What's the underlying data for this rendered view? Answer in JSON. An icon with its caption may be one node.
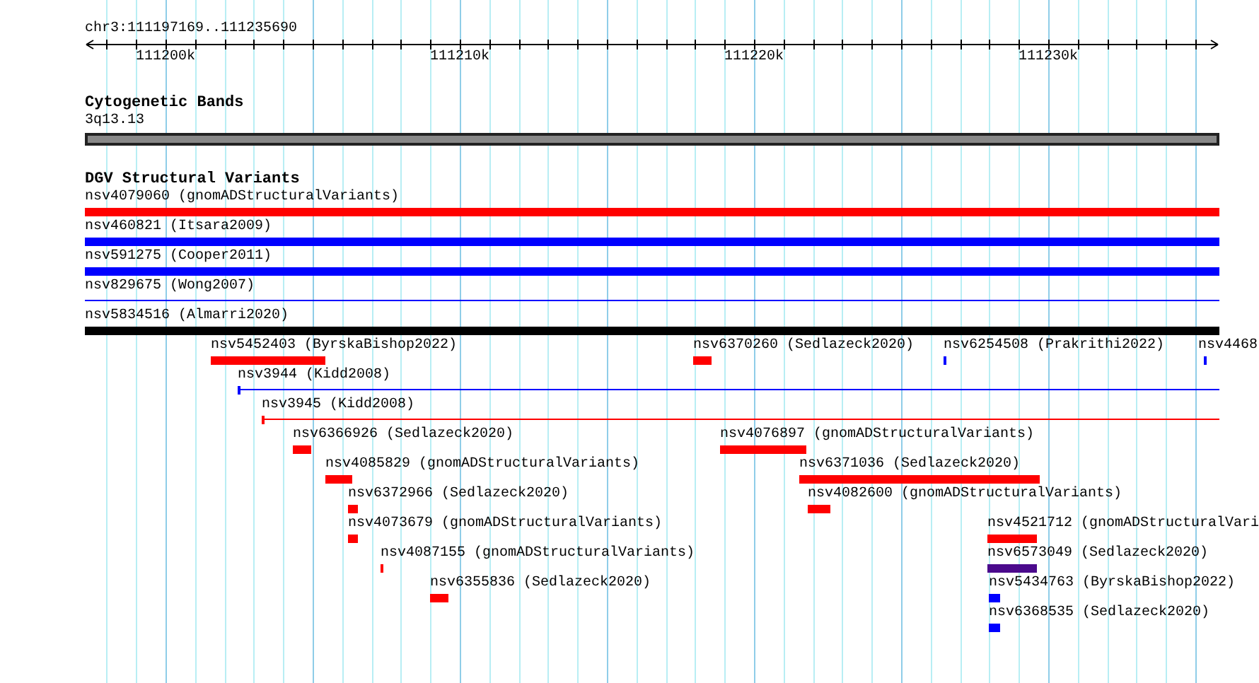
{
  "diagram": {
    "nodes": [
      {
        "text": [
          "3q13.13"
        ]
      },
      {
        "text": [
          "nsv4079060 (gnomADStructuralVariants)"
        ]
      },
      {
        "text": [
          "nsv460821 (Itsara2009)"
        ]
      },
      {
        "text": [
          "nsv591275 (Cooper2011)"
        ]
      },
      {
        "text": [
          "nsv829675 (Wong2007)"
        ]
      },
      {
        "text": [
          "nsv5834516 (Almarri2020)"
        ]
      },
      {
        "text": [
          "nsv5452403 (ByrskaBishop2022)"
        ]
      },
      {
        "text": [
          "nsv6370260 (Sedlazeck2020)"
        ]
      },
      {
        "text": [
          "nsv6254508 (Prakrithi2022)"
        ]
      },
      {
        "text": [
          "nsv4468"
        ]
      },
      {
        "text": [
          "nsv3944 (Kidd2008)"
        ]
      },
      {
        "text": [
          "nsv3945 (Kidd2008)"
        ]
      },
      {
        "text": [
          "nsv6366926 (Sedlazeck2020)"
        ]
      },
      {
        "text": [
          "nsv4076897 (gnomADStructuralVariants)"
        ]
      },
      {
        "text": [
          "nsv4085829 (gnomADStructuralVariants)"
        ]
      },
      {
        "text": [
          "nsv6371036 (Sedlazeck2020)"
        ]
      },
      {
        "text": [
          "nsv6372966 (Sedlazeck2020)"
        ]
      },
      {
        "text": [
          "nsv4082600 (gnomADStructuralVariants)"
        ]
      },
      {
        "text": [
          "nsv4073679 (gnomADStructuralVariants)"
        ]
      },
      {
        "text": [
          "nsv4521712 (gnomADStructuralVari"
        ]
      },
      {
        "text": [
          "nsv4087155 (gnomADStructuralVariants)"
        ]
      },
      {
        "text": [
          "nsv6573049 (Sedlazeck2020)"
        ]
      },
      {
        "text": [
          "nsv6355836 (Sedlazeck2020)"
        ]
      },
      {
        "text": [
          "nsv5434763 (ByrskaBishop2022)"
        ]
      },
      {
        "text": [
          "nsv6368535 (Sedlazeck2020)"
        ]
      }
    ],
    "labels": [
      "chr3:111197169..111235690",
      "111200k",
      "111210k",
      "111220k",
      "111230k",
      "Cytogenetic Bands",
      "DGV Structural Variants"
    ]
  }
}
